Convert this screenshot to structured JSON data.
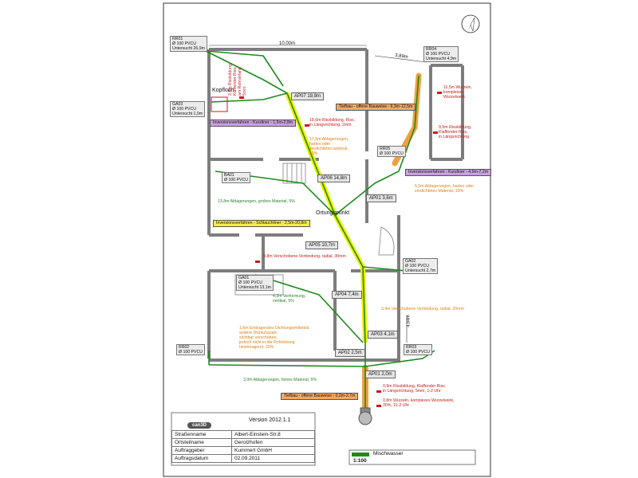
{
  "colors": {
    "pipe": "#1e8a1e",
    "yellow": "#f2f000",
    "orange": "#f0a040",
    "purple_hl": "#c9a0e0",
    "yellow_hl": "#f5ef40",
    "orange_hl": "#f5a860",
    "red_text": "#c81b1b",
    "orange_text": "#d9821a",
    "green_text": "#2e7d2e"
  },
  "icons": [
    "north-arrow-icon",
    "manhole-icon",
    "damage-marker-icon"
  ],
  "dimensions": {
    "width": "10,00m",
    "diag": "3,89m",
    "vert": "4,84m"
  },
  "rr01": {
    "l1": "RR01",
    "l2": "Ø 100 PVCU",
    "l3": "Untersucht 26,9m"
  },
  "rr04": {
    "l1": "RR04",
    "l2": "Ø 100 PVCU",
    "l3": "Untersucht 4,9m"
  },
  "ga03": {
    "l1": "GA03",
    "l2": "Ø 100 PVCU",
    "l3": "Untersucht 1,0m"
  },
  "ba01": {
    "l1": "BA01",
    "l2": "Ø 100 PVCU"
  },
  "rr05": {
    "l1": "RR05",
    "l2": "Ø 100 PVCU"
  },
  "ga02": {
    "l1": "GA02",
    "l2": "Ø 100 PVCU",
    "l3": "Untersucht 2,7m"
  },
  "ga01": {
    "l1": "GA01",
    "l2": "Ø 100 PVCU",
    "l3": "Untersucht 13,1m"
  },
  "rr02": {
    "l1": "RR02",
    "l2": "Ø 100 PVCU"
  },
  "rr03": {
    "l1": "RR03",
    "l2": "Ø 100 PVCU"
  },
  "nodes": {
    "ap07": "AP07 19,9m",
    "ap06": "AP06 14,8m",
    "ap01b": "AP01 3,6m",
    "ap05": "AP05 10,7m",
    "ap04": "AP04 7,4m",
    "ap03": "AP03 4,1m",
    "ap02": "AP02 2,5m",
    "ap01": "AP01 2,0m"
  },
  "kopfloch": "Kopfloch",
  "ortungspunkt": "Ortungspunkt",
  "highlights": {
    "inv_kurzliner_1": "Inversionsverfahren - Kurzliner - 1,5m-2,8m",
    "tiefbau_1": "Tiefbau - offene Bauweise - 6,3m-12,5m",
    "inv_kurzliner_2": "Inversionsverfahren - Kurzliner - 4,9m-7,2m",
    "inv_schlauch": "Inversionsverfahren - Schlauchliner - 2,5m-20,8m",
    "tiefbau_2": "Tiefbau - offene Bauweise - 0,2m-2,7m"
  },
  "notes": {
    "n_vert": "2,3m Rissbildung,\nKlaffender Riss,\nam Rohranfang\n5mm",
    "n1": "18,6m Rissbildung, Riss,\nin Längsrichtung, 2mm",
    "n2": "17,5m Ablagerungen,\nhartes oder\nverdichtetes lulzteral,\n10%",
    "n3": "11,5m Wurzeln,\nkomplexes\nWurzelwerk",
    "n4": "9,5m Rissbildung,\nKlaffender Riss,\nin Längsrichtung",
    "n5": "5,5m Ablagerungen, hartes oder\nverdichtetes Material, 10%",
    "n6": "13,8m Ablagerungen, grobes Material, 5%",
    "n7": "9,8m Verschobene Verbindung, radial, 30mm",
    "n8": "4,2m Verformung,\nvertikal, 5%",
    "n9": "3,4m Verschobene Verbindung, radial, 20mm",
    "n10": "1,6m Eintragendes Dichtungsmittelteil,\nandere Dichtungsart,\nsichtbar verschoben,\njedoch nicht in die Rohrleitung\nhineinragend, 10%",
    "n11": "3,0m Ablagerungen, feines Material, 5%",
    "n12": "0,9m Rissbildung, Klaffender Riss,\nin Längsrichtung, 5mm, 1-2 Uhr",
    "n13": "0,8m Wurzeln, komplexes Wurzelwerk,\n30%, 11-2 Uhr"
  },
  "title_block": {
    "logo": "can3D",
    "version": "Version 2012.1.1",
    "rows": [
      {
        "k": "Straßenname",
        "v": "Albert-Einstein-Str.8"
      },
      {
        "k": "Ortsteilname",
        "v": "Gerolzhofen"
      },
      {
        "k": "Auftraggeber",
        "v": "Kummert GmbH"
      },
      {
        "k": "Auftragsdatum",
        "v": "02.09.2011"
      }
    ]
  },
  "legend": {
    "label": "Mischwasser",
    "scale": "1:100"
  }
}
